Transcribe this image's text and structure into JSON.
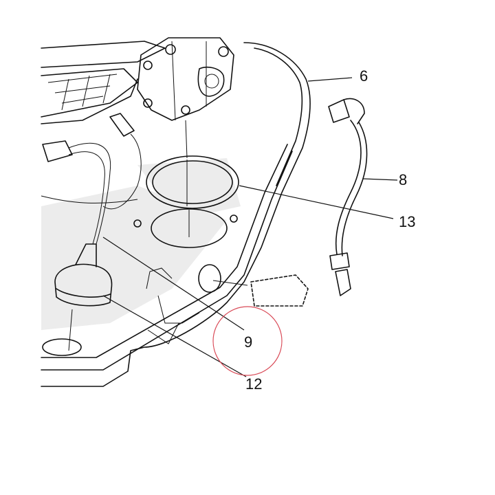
{
  "callouts": {
    "c6": "6",
    "c8": "8",
    "c13": "13",
    "c9": "9",
    "c12": "12"
  },
  "colors": {
    "line": "#111111",
    "shading": "#ececec",
    "highlight_circle": "#d94a57"
  }
}
